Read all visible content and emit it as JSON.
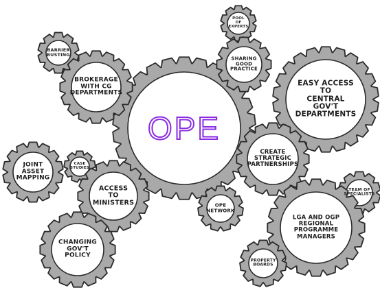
{
  "hub": {
    "label": "OPE",
    "color": "#8a2be2"
  },
  "gears": [
    {
      "id": "pool-of-experts",
      "label": "POOL\nOF\nEXPERTS"
    },
    {
      "id": "sharing-good-practice",
      "label": "SHARING\nGOOD\nPRACTICE"
    },
    {
      "id": "easy-access",
      "label": "EASY ACCESS TO\nCENTRAL GOV'T\nDEPARTMENTS"
    },
    {
      "id": "barrier-busting",
      "label": "BARRIER\nBUSTING"
    },
    {
      "id": "brokerage",
      "label": "BROKERAGE\nWITH CG\nDEPARTMENTS"
    },
    {
      "id": "create-strategic-partnerships",
      "label": "CREATE\nSTRATEGIC\nPARTNERSHIPS"
    },
    {
      "id": "joint-asset-mapping",
      "label": "JOINT\nASSET\nMAPPING"
    },
    {
      "id": "case-studies",
      "label": "CASE\nSTUDIES"
    },
    {
      "id": "access-to-ministers",
      "label": "ACCESS\nTO\nMINISTERS"
    },
    {
      "id": "team-of-specialists",
      "label": "TEAM OF\nSPECIALISTS"
    },
    {
      "id": "ope-network",
      "label": "OPE\nNETWORK"
    },
    {
      "id": "lga-ogp",
      "label": "LGA AND OGP\nREGIONAL\nPROGRAMME\nMANAGERS"
    },
    {
      "id": "changing-govt-policy",
      "label": "CHANGING\nGOV'T\nPOLICY"
    },
    {
      "id": "property-boards",
      "label": "PROPERTY\nBOARDS"
    }
  ],
  "colors": {
    "gear_fill": "#a9a9a9",
    "gear_face": "#ffffff",
    "outline": "#2a2a2a",
    "text": "#1d1d1d"
  }
}
